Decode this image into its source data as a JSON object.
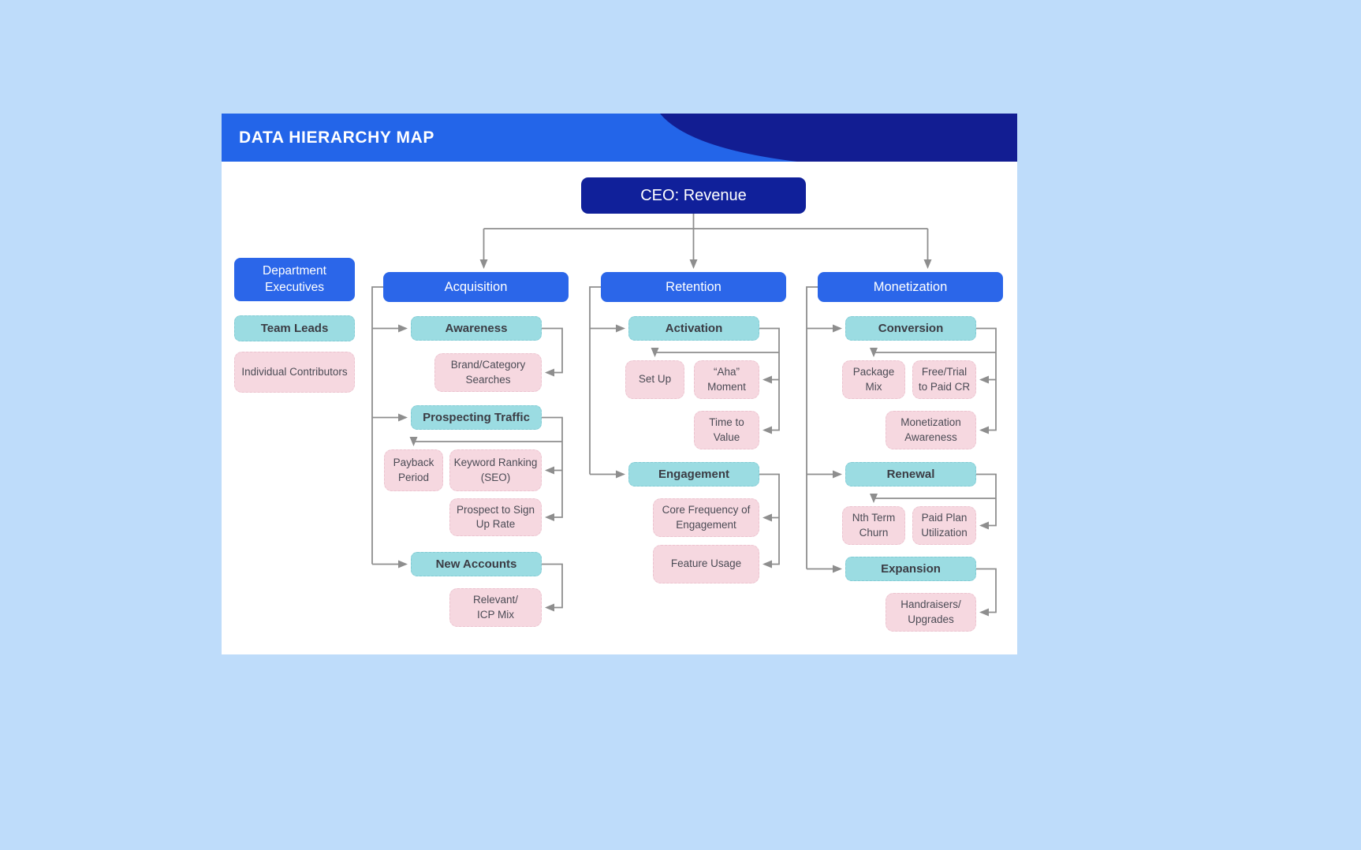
{
  "header": {
    "title": "DATA HIERARCHY MAP"
  },
  "root": {
    "label": "CEO: Revenue"
  },
  "legend": [
    {
      "label": "Department Executives"
    },
    {
      "label": "Team Leads"
    },
    {
      "label": "Individual Contributors"
    }
  ],
  "columns": [
    {
      "label": "Acquisition",
      "nodes": [
        {
          "label": "Awareness"
        },
        {
          "label": "Brand/Category Searches"
        },
        {
          "label": "Prospecting Traffic"
        },
        {
          "label": "Payback Period"
        },
        {
          "label": "Keyword Ranking (SEO)"
        },
        {
          "label": "Prospect to Sign Up Rate"
        },
        {
          "label": "New Accounts"
        },
        {
          "label": [
            "Relevant/",
            "ICP Mix"
          ]
        }
      ]
    },
    {
      "label": "Retention",
      "nodes": [
        {
          "label": "Activation"
        },
        {
          "label": "Set Up"
        },
        {
          "label": "“Aha” Moment"
        },
        {
          "label": "Time to Value"
        },
        {
          "label": "Engagement"
        },
        {
          "label": "Core Frequency of Engagement"
        },
        {
          "label": "Feature Usage"
        }
      ]
    },
    {
      "label": "Monetization",
      "nodes": [
        {
          "label": "Conversion"
        },
        {
          "label": "Package Mix"
        },
        {
          "label": "Free/Trial to Paid CR"
        },
        {
          "label": "Monetization Awareness"
        },
        {
          "label": "Renewal"
        },
        {
          "label": "Nth Term Churn"
        },
        {
          "label": "Paid Plan Utilization"
        },
        {
          "label": "Expansion"
        },
        {
          "label": [
            "Handraisers/",
            "Upgrades"
          ]
        }
      ]
    }
  ],
  "colors": {
    "page_background": "#bedcfa",
    "header_bar": "#2365e9",
    "header_swoosh": "#121d92",
    "root_node": "#10209a",
    "department_executive": "#2b66e9",
    "team_lead": "#9bdce2",
    "individual_contributor": "#f6d8e0",
    "connector": "#8e8e8e"
  }
}
